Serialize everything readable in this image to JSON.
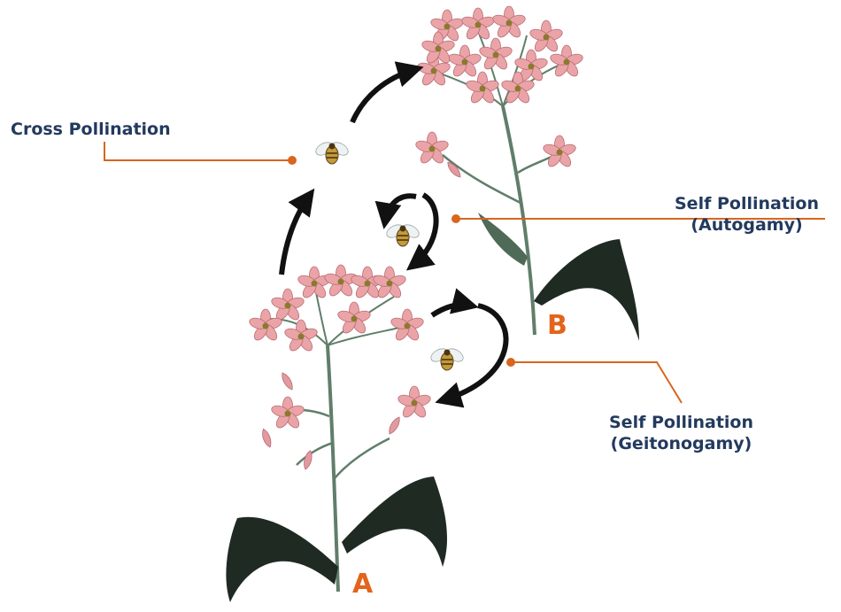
{
  "labels": {
    "cross": "Cross Pollination",
    "autogamy_line1": "Self Pollination",
    "autogamy_line2": "(Autogamy)",
    "geitonogamy_line1": "Self Pollination",
    "geitonogamy_line2": "(Geitonogamy)"
  },
  "plants": {
    "a": "A",
    "b": "B"
  },
  "colors": {
    "label_text": "#233a5e",
    "leader_line": "#d8661e",
    "plant_letter": "#e3641b",
    "arrow": "#111111",
    "petal": "#e8a2a6",
    "stem": "#5f7d68",
    "leaf": "#1f2a22"
  }
}
